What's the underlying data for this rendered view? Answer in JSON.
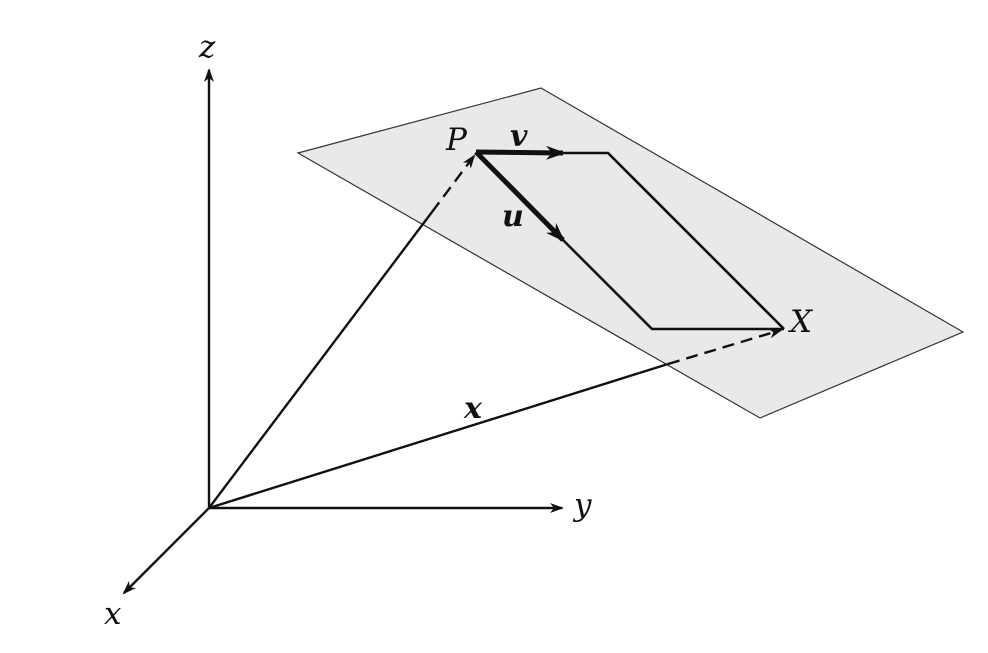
{
  "diagram": {
    "labels": {
      "z_axis": "z",
      "y_axis": "y",
      "x_axis": "x",
      "point_p": "P",
      "point_x": "X",
      "vector_u": "u",
      "vector_v": "v",
      "vector_x": "x"
    },
    "colors": {
      "plane_fill": "#e9e9e9",
      "plane_stroke": "#333333",
      "line": "#111111"
    }
  }
}
